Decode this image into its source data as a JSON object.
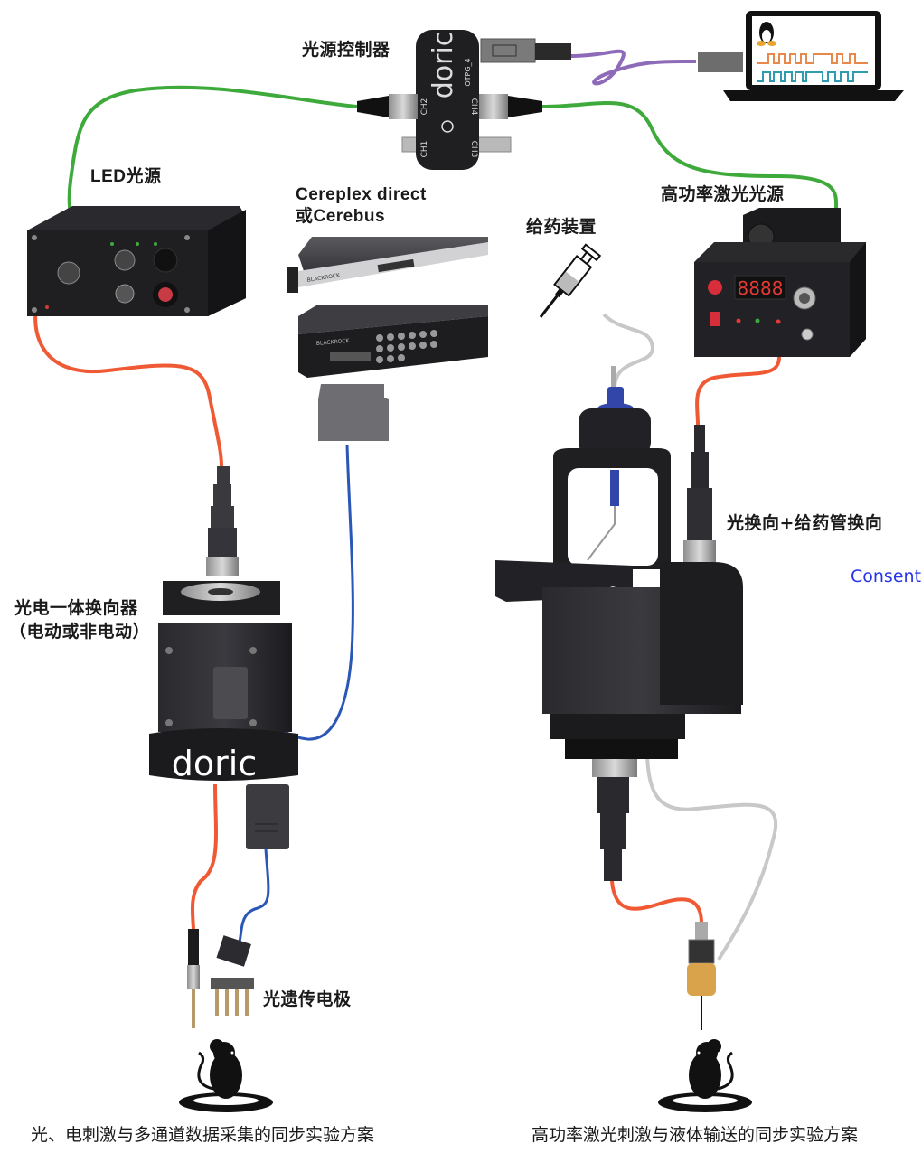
{
  "labels": {
    "light_controller": "光源控制器",
    "led_source": "LED光源",
    "cereplex_line1": "Cereplex direct",
    "cereplex_line2": "或Cerebus",
    "drug_device": "给药装置",
    "laser_source": "高功率激光光源",
    "opto_electric_commutator_line1": "光电一体换向器",
    "opto_electric_commutator_line2": "（电动或非电动）",
    "fluid_commutator": "光换向+给药管换向",
    "optogenetic_electrode": "光遗传电极"
  },
  "captions": {
    "left": "光、电刺激与多通道数据采集的同步实验方案",
    "right": "高功率激光刺激与液体输送的同步实验方案"
  },
  "consent_link": "Consent",
  "device_text": {
    "controller_brand": "doric",
    "controller_model": "OTPG_4",
    "controller_ch1": "CH1",
    "controller_ch2": "CH2",
    "controller_ch3": "CH3",
    "controller_ch4": "CH4",
    "commutator_brand": "doric",
    "laser_display": "8888",
    "blackrock_brand": "BLACKROCK"
  },
  "cables": {
    "optical_green": "#3faa3c",
    "optical_orange": "#ef5a35",
    "electrical_blue": "#2a56b5",
    "usb_purple": "#8e6bb8",
    "fluid_gray": "#c8c8c8"
  },
  "colors": {
    "device_black": "#1f1f22",
    "consent_blue": "#2433e8",
    "signal_orange": "#e8884a",
    "signal_teal": "#2e9cb0",
    "led_red": "#d23a3a"
  }
}
